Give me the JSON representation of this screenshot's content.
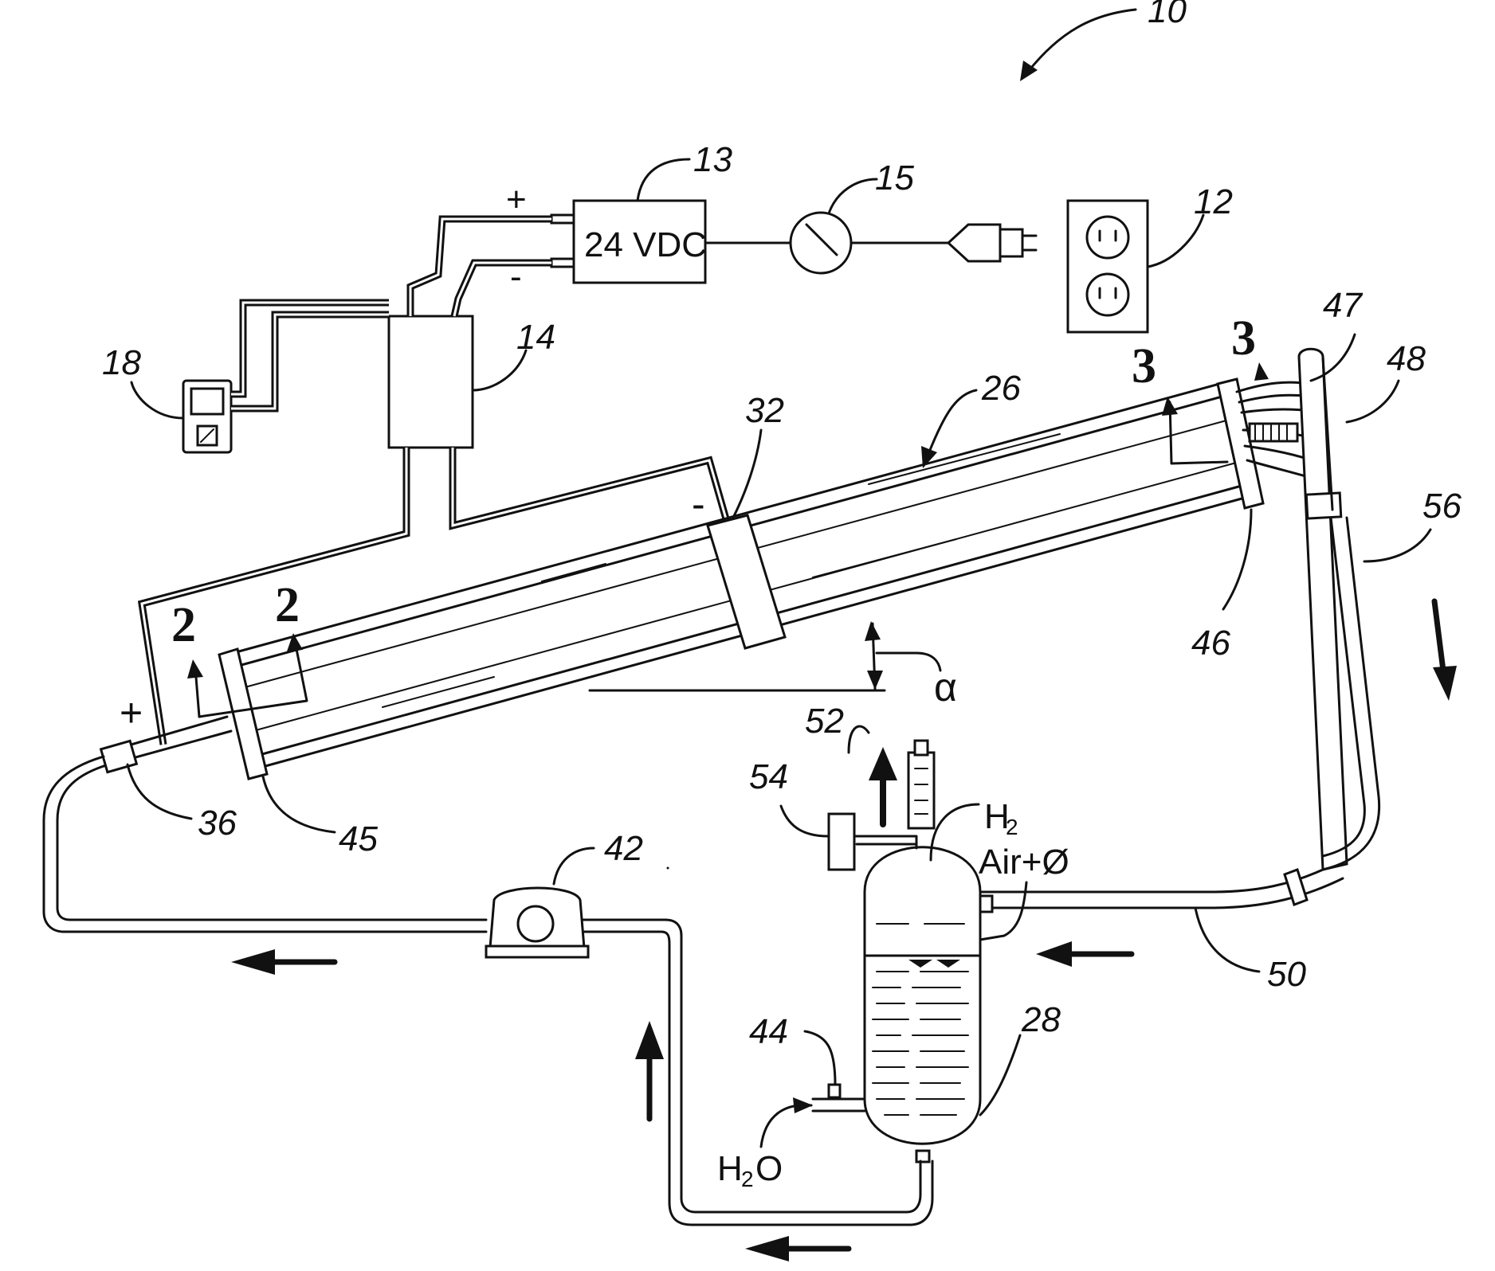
{
  "figure": {
    "ref_system": "10",
    "power_supply_label": "24 VDC",
    "plus_sign": "+",
    "minus_sign": "-",
    "section_2": "2",
    "section_3": "3",
    "alpha": "α",
    "h2_label": "H",
    "h2_sub": "2",
    "air_label": "Air+Ø",
    "water_h": "H",
    "water_sub": "2",
    "water_o": "O",
    "refs": {
      "r12": "12",
      "r13": "13",
      "r14": "14",
      "r15": "15",
      "r18": "18",
      "r26": "26",
      "r28": "28",
      "r32": "32",
      "r36": "36",
      "r42": "42",
      "r44": "44",
      "r45": "45",
      "r46": "46",
      "r47": "47",
      "r48": "48",
      "r50": "50",
      "r52": "52",
      "r54": "54",
      "r56": "56"
    }
  }
}
